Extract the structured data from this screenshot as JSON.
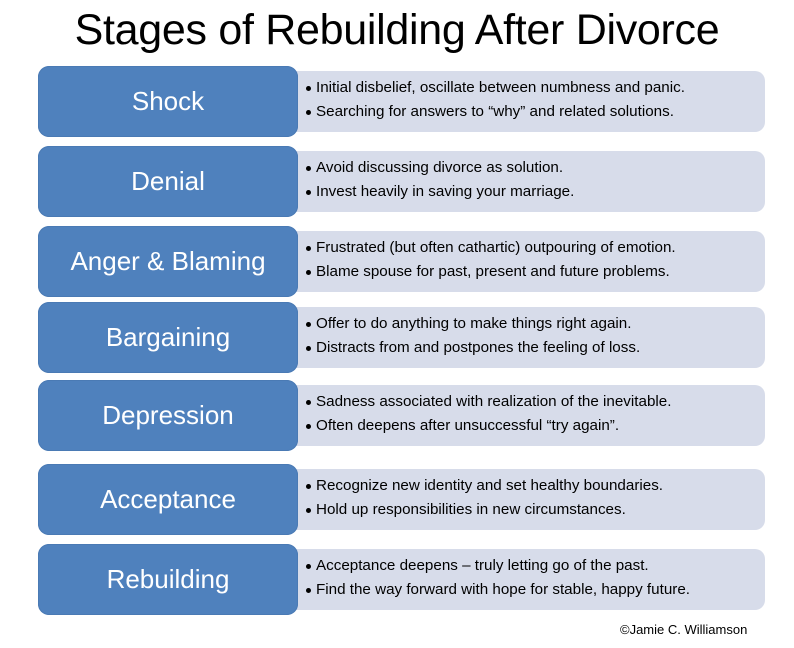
{
  "title": "Stages of Rebuilding After Divorce",
  "colors": {
    "stage_fill": "#4f81bd",
    "stage_text": "#ffffff",
    "detail_fill": "#d7dcea",
    "text": "#000000",
    "background": "#ffffff"
  },
  "stages": [
    {
      "label": "Shock",
      "bullets": [
        "Initial disbelief,  oscillate between numbness and panic.",
        "Searching for answers to “why” and related solutions."
      ]
    },
    {
      "label": "Denial",
      "bullets": [
        "Avoid discussing divorce as solution.",
        "Invest heavily in saving your marriage."
      ]
    },
    {
      "label": "Anger & Blaming",
      "bullets": [
        "Frustrated (but often cathartic) outpouring of emotion.",
        "Blame spouse for past, present and future problems."
      ]
    },
    {
      "label": "Bargaining",
      "bullets": [
        "Offer to do anything to make things right again.",
        "Distracts from and postpones the feeling of loss."
      ]
    },
    {
      "label": "Depression",
      "bullets": [
        "Sadness associated with realization of the inevitable.",
        "Often deepens after unsuccessful “try again”."
      ]
    },
    {
      "label": "Acceptance",
      "bullets": [
        "Recognize new identity and set healthy boundaries.",
        " Hold up responsibilities in new circumstances."
      ]
    },
    {
      "label": "Rebuilding",
      "bullets": [
        "Acceptance deepens – truly letting go of the past.",
        "Find the way forward with hope for stable, happy future."
      ]
    }
  ],
  "credit": "©Jamie C. Williamson"
}
